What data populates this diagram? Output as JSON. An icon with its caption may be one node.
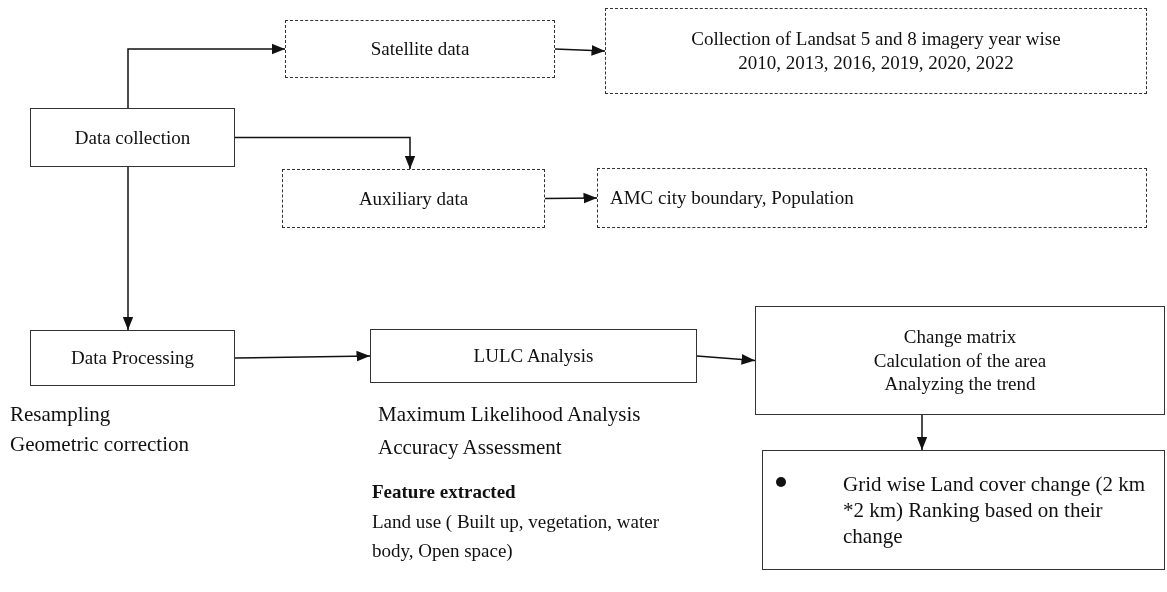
{
  "diagram": {
    "nodes": [
      {
        "text": [
          "Data collection"
        ]
      },
      {
        "text": [
          "Satellite data"
        ]
      },
      {
        "text": [
          "Collection of Landsat 5 and 8 imagery year wise 2010, 2013, 2016, 2019, 2020, 2022"
        ]
      },
      {
        "text": [
          "Auxiliary data"
        ]
      },
      {
        "text": [
          "AMC city boundary, Population"
        ]
      },
      {
        "text": [
          "Data Processing"
        ],
        "beside": [
          "Resampling",
          "Geometric correction"
        ]
      },
      {
        "text": [
          "LULC Analysis"
        ],
        "beside": [
          "Maximum Likelihood Analysis",
          "Accuracy Assessment"
        ]
      },
      {
        "text": [
          "Change matrix",
          "Calculation of the area",
          "Analyzing the trend"
        ]
      },
      {
        "text": [
          "Grid wise Land cover change (2 km *2 km)  Ranking based on their change"
        ]
      }
    ],
    "edges": [
      {
        "from": 0,
        "to": 1,
        "arrow": "to"
      },
      {
        "from": 1,
        "to": 2,
        "arrow": "to"
      },
      {
        "from": 0,
        "to": 3,
        "arrow": "to"
      },
      {
        "from": 3,
        "to": 4,
        "arrow": "to"
      },
      {
        "from": 0,
        "to": 5,
        "arrow": "to"
      },
      {
        "from": 5,
        "to": 6,
        "arrow": "to"
      },
      {
        "from": 6,
        "to": 7,
        "arrow": "to"
      },
      {
        "from": 7,
        "to": 8,
        "arrow": "to"
      }
    ],
    "labels": [
      "Feature extracted",
      "Land use ( Built up, vegetation, water body, Open space)"
    ]
  }
}
